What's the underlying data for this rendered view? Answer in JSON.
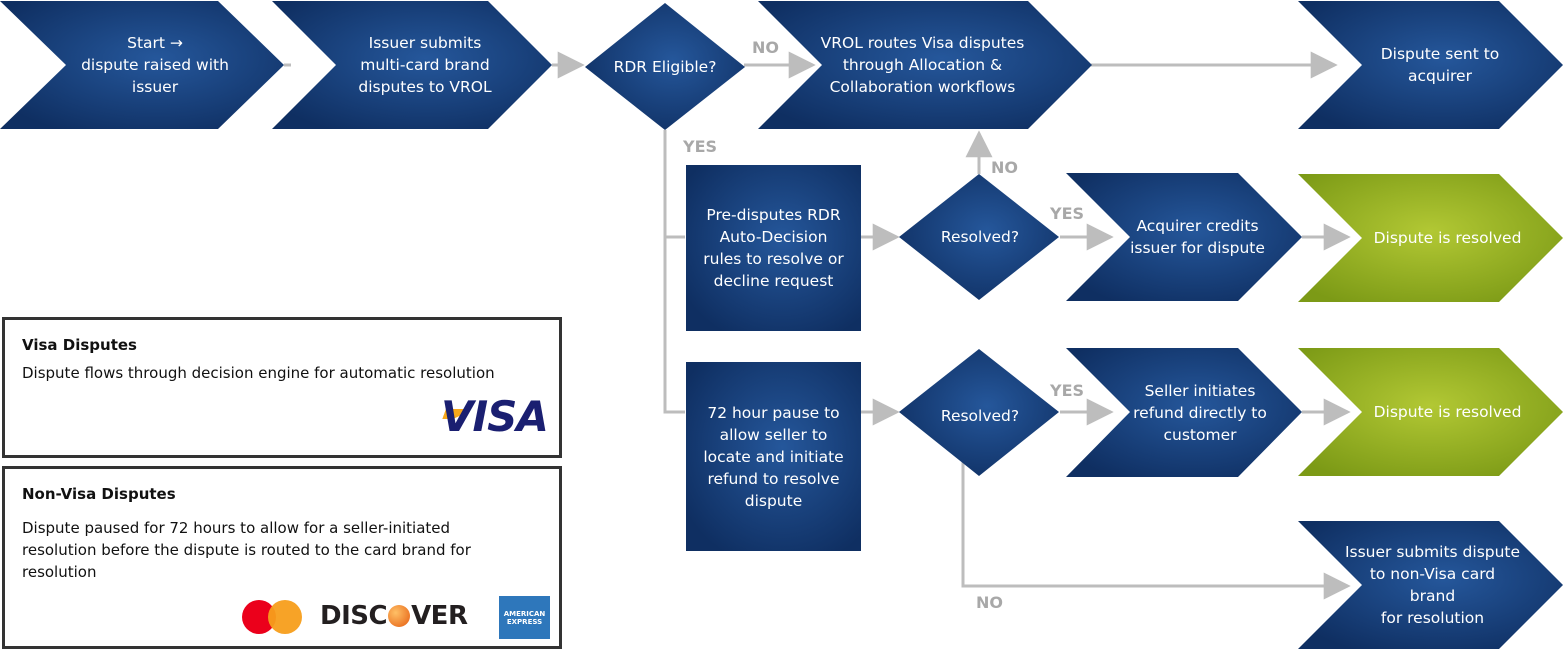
{
  "colors": {
    "navy_dark": "#0f2f62",
    "navy_light": "#1e4f8f",
    "olive_dark": "#7d9a17",
    "olive_light": "#a9c12b",
    "connector": "#bdbdbd",
    "edge_label": "#a8a8a8"
  },
  "flow": {
    "start": "Start →\ndispute raised with\nissuer",
    "issuer_submits": "Issuer submits\nmulti-card brand\ndisputes to VROL",
    "rdr_eligible": "RDR Eligible?",
    "vrol_routes": "VROL routes Visa disputes\nthrough Allocation &\nCollaboration workflows",
    "dispute_sent": "Dispute sent to\nacquirer",
    "pre_disputes": "Pre-disputes RDR\nAuto-Decision\nrules to resolve or\ndecline request",
    "resolved_1": "Resolved?",
    "acquirer_credits": "Acquirer credits\nissuer for dispute",
    "dispute_resolved_1": "Dispute is resolved",
    "pause_72": "72 hour pause to\nallow seller to\nlocate and initiate\nrefund to resolve\ndispute",
    "resolved_2": "Resolved?",
    "seller_initiates": "Seller initiates\nrefund directly to\ncustomer",
    "dispute_resolved_2": "Dispute is resolved",
    "issuer_non_visa": "Issuer submits dispute\nto non-Visa card\nbrand\nfor resolution"
  },
  "edge_labels": {
    "no_rdr": "NO",
    "yes_rdr": "YES",
    "no_resolved_1": "NO",
    "yes_resolved_1": "YES",
    "yes_resolved_2": "YES",
    "no_resolved_2": "NO"
  },
  "legend": {
    "visa_title": "Visa Disputes",
    "visa_text": "Dispute flows through decision engine for automatic resolution",
    "visa_logo": "VISA",
    "non_visa_title": "Non-Visa Disputes",
    "non_visa_text": "Dispute paused for 72 hours to allow for a seller-initiated resolution before the dispute is routed to the card brand for resolution",
    "discover_logo_pre": "DISC",
    "discover_logo_post": "VER",
    "amex_logo_line1": "AMERICAN",
    "amex_logo_line2": "EXPRESS"
  }
}
